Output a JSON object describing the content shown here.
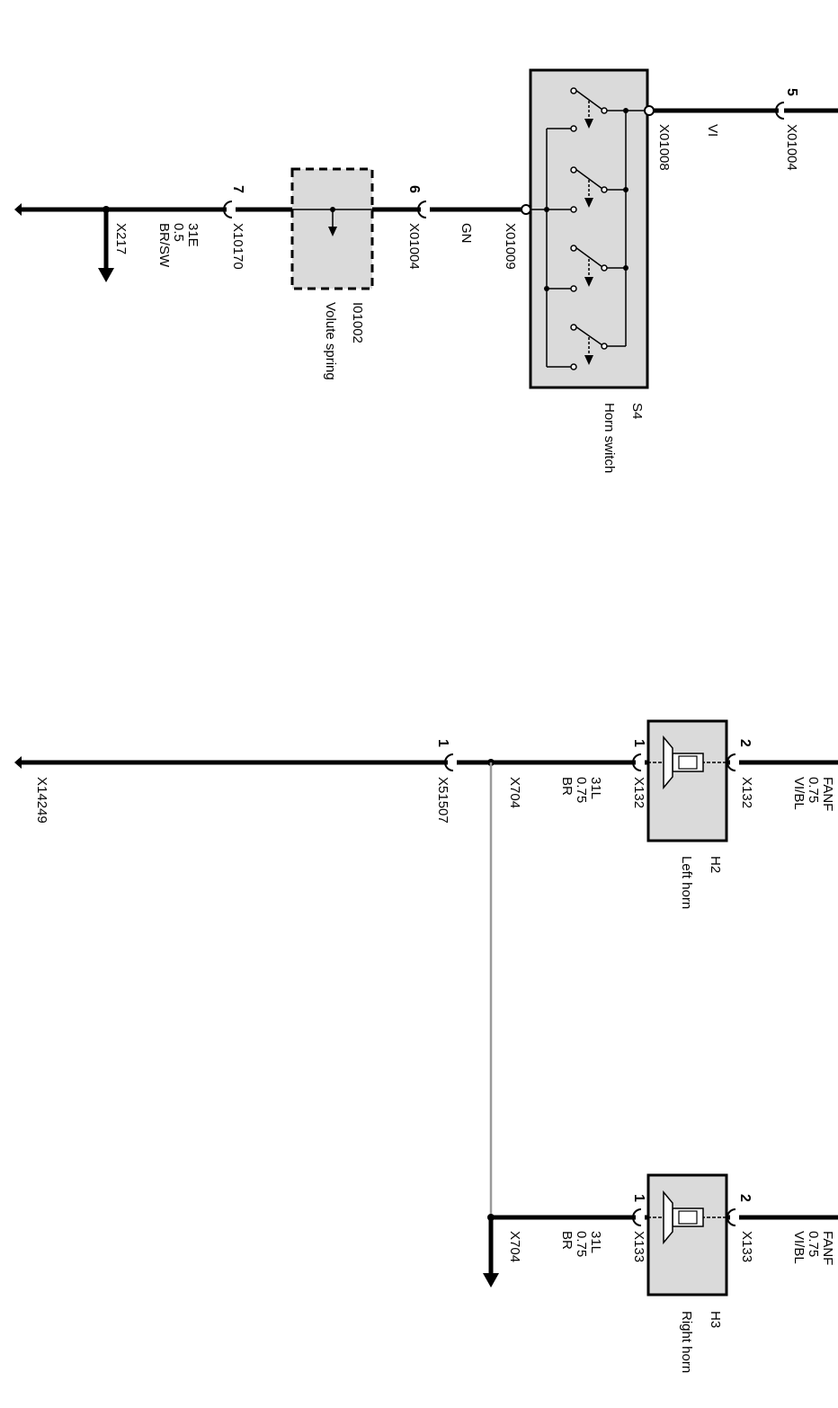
{
  "horn_switch": {
    "id": "S4",
    "name": "Horn switch",
    "connector_top": "X01008",
    "connector_bottom": "X01009"
  },
  "supply_wire": {
    "pin": "5",
    "connector": "X01004",
    "color": "VI"
  },
  "volute_spring": {
    "id": "I01002",
    "name": "Volute spring"
  },
  "signal_wire": {
    "pin_upper": "6",
    "connector_upper": "X01004",
    "color": "GN",
    "pin_lower": "7",
    "connector_lower": "X10170"
  },
  "ground_wire_left": {
    "circuit": "31E",
    "size": "0.5",
    "color": "BR/SW",
    "connector": "X217"
  },
  "left_horn": {
    "id": "H2",
    "name": "Left horn",
    "pin_top": "2",
    "pin_bottom": "1",
    "connector_top": "X132",
    "connector_bottom": "X132",
    "feed_circuit": "FANF",
    "feed_size": "0.75",
    "feed_color": "VI/BL",
    "gnd_circuit": "31L",
    "gnd_size": "0.75",
    "gnd_color": "BR"
  },
  "right_horn": {
    "id": "H3",
    "name": "Right horn",
    "pin_top": "2",
    "pin_bottom": "1",
    "connector_top": "X133",
    "connector_bottom": "X133",
    "feed_circuit": "FANF",
    "feed_size": "0.75",
    "feed_color": "VI/BL",
    "gnd_circuit": "31L",
    "gnd_size": "0.75",
    "gnd_color": "BR"
  },
  "ground_path": {
    "splice": "X704",
    "splice_right": "X704",
    "connector_pin": "1",
    "connector": "X51507",
    "end_connector": "X14249"
  }
}
